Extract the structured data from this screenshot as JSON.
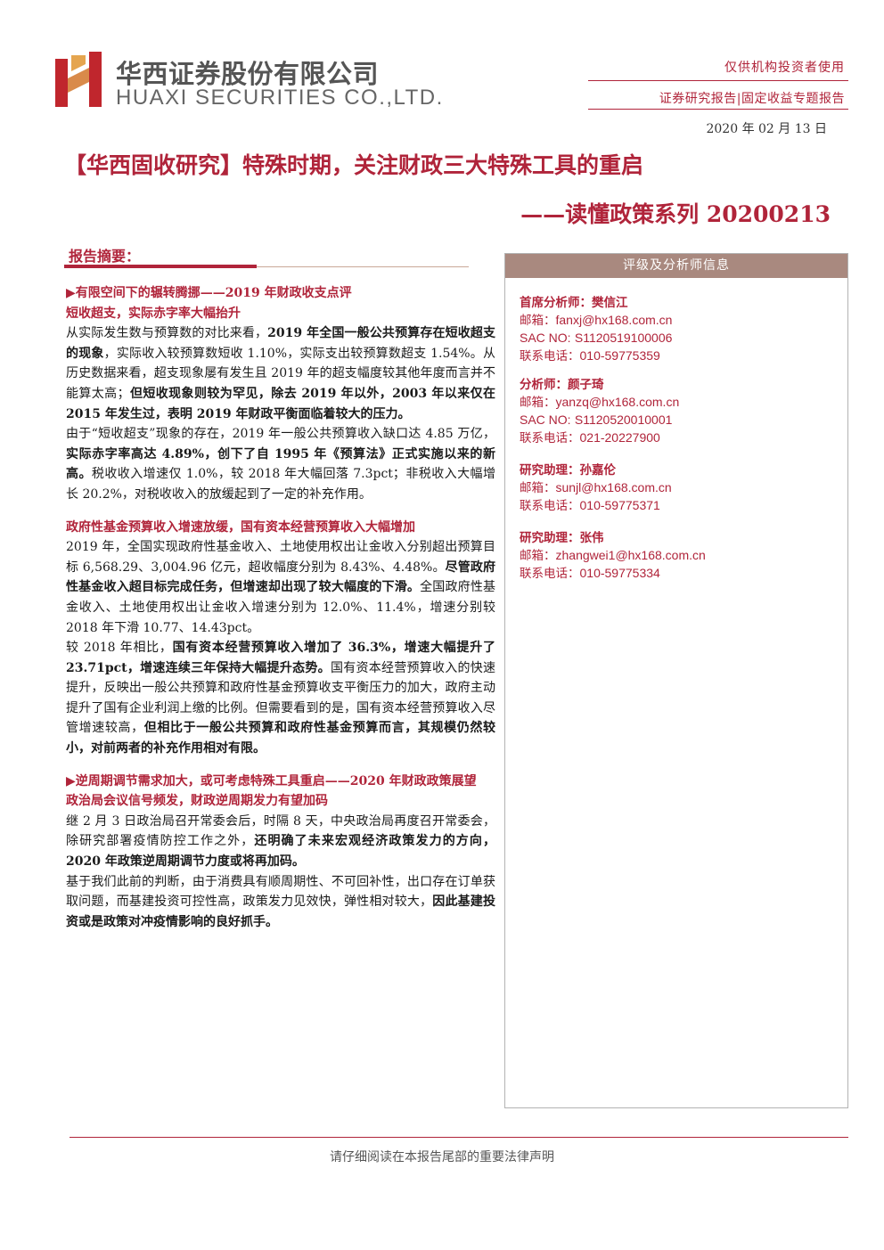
{
  "header": {
    "company_cn": "华西证券股份有限公司",
    "company_en": "HUAXI SECURITIES CO.,LTD.",
    "audience": "仅供机构投资者使用",
    "category": "证券研究报告|固定收益专题报告",
    "date": "2020 年 02 月 13 日",
    "brand_color": "#b0243a"
  },
  "title": {
    "main": "【华西固收研究】特殊时期，关注财政三大特殊工具的重启",
    "sub": "——读懂政策系列 20200213"
  },
  "summary_label": "报告摘要：",
  "sections": {
    "s1_title": "▶有限空间下的辗转腾挪——2019 年财政收支点评",
    "s1_sub": "短收超支，实际赤字率大幅抬升",
    "p1_a": "从实际发生数与预算数的对比来看，",
    "p1_b": "2019 年全国一般公共预算存在短收超支的现象",
    "p1_c": "，实际收入较预算数短收 1.10%，实际支出较预算数超支 1.54%。从历史数据来看，超支现象屡有发生且 2019 年的超支幅度较其他年度而言并不能算太高；",
    "p1_d": "但短收现象则较为罕见，除去 2019 年以外，2003 年以来仅在 2015 年发生过，表明 2019 年财政平衡面临着较大的压力。",
    "p2_a": "由于“短收超支”现象的存在，2019 年一般公共预算收入缺口达 4.85 万亿，",
    "p2_b": "实际赤字率高达 4.89%，创下了自 1995 年《预算法》正式实施以来的新高。",
    "p2_c": "税收收入增速仅 1.0%，较 2018 年大幅回落 7.3pct；非税收入大幅增长 20.2%，对税收收入的放缓起到了一定的补充作用。",
    "s2_title": "政府性基金预算收入增速放缓，国有资本经营预算收入大幅增加",
    "p3_a": "2019 年，全国实现政府性基金收入、土地使用权出让金收入分别超出预算目标 6,568.29、3,004.96 亿元，超收幅度分别为 8.43%、4.48%。",
    "p3_b": "尽管政府性基金收入超目标完成任务，但增速却出现了较大幅度的下滑。",
    "p3_c": "全国政府性基金收入、土地使用权出让金收入增速分别为 12.0%、11.4%，增速分别较 2018 年下滑 10.77、14.43pct。",
    "p4_a": "较 2018 年相比，",
    "p4_b": "国有资本经营预算收入增加了 36.3%，增速大幅提升了 23.71pct，增速连续三年保持大幅提升态势。",
    "p4_c": "国有资本经营预算收入的快速提升，反映出一般公共预算和政府性基金预算收支平衡压力的加大，政府主动提升了国有企业利润上缴的比例。但需要看到的是，国有资本经营预算收入尽管增速较高，",
    "p4_d": "但相比于一般公共预算和政府性基金预算而言，其规模仍然较小，对前两者的补充作用相对有限。",
    "s3_title": "▶逆周期调节需求加大，或可考虑特殊工具重启——2020 年财政政策展望",
    "s3_sub": "政治局会议信号频发，财政逆周期发力有望加码",
    "p5_a": "继 2 月 3 日政治局召开常委会后，时隔 8 天，中央政治局再度召开常委会，除研究部署疫情防控工作之外，",
    "p5_b": "还明确了未来宏观经济政策发力的方向，2020 年政策逆周期调节力度或将再加码。",
    "p6_a": "基于我们此前的判断，由于消费具有顺周期性、不可回补性，出口存在订单获取问题，而基建投资可控性高，政策发力见效快，弹性相对较大，",
    "p6_b": "因此基建投资或是政策对冲疫情影响的良好抓手。"
  },
  "analysts": {
    "box_title": "评级及分析师信息",
    "a1_title": "首席分析师：樊信江",
    "a1_email_label": "邮箱：",
    "a1_email": "fanxj@hx168.com.cn",
    "a1_sac_label": "SAC NO:",
    "a1_sac": "S1120519100006",
    "a1_phone_label": "联系电话：",
    "a1_phone": "010-59775359",
    "a2_title": "分析师：颜子琦",
    "a2_email_label": "邮箱：",
    "a2_email": "yanzq@hx168.com.cn",
    "a2_sac_label": "SAC NO:",
    "a2_sac": "S1120520010001",
    "a2_phone_label": "联系电话：",
    "a2_phone": "021-20227900",
    "a3_title": "研究助理：孙嘉伦",
    "a3_email_label": "邮箱：",
    "a3_email": "sunjl@hx168.com.cn",
    "a3_phone_label": "联系电话：",
    "a3_phone": "010-59775371",
    "a4_title": "研究助理：张伟",
    "a4_email_label": "邮箱：",
    "a4_email": "zhangwei1@hx168.com.cn",
    "a4_phone_label": "联系电话：",
    "a4_phone": "010-59775334"
  },
  "footer": {
    "disclaimer": "请仔细阅读在本报告尾部的重要法律声明"
  }
}
